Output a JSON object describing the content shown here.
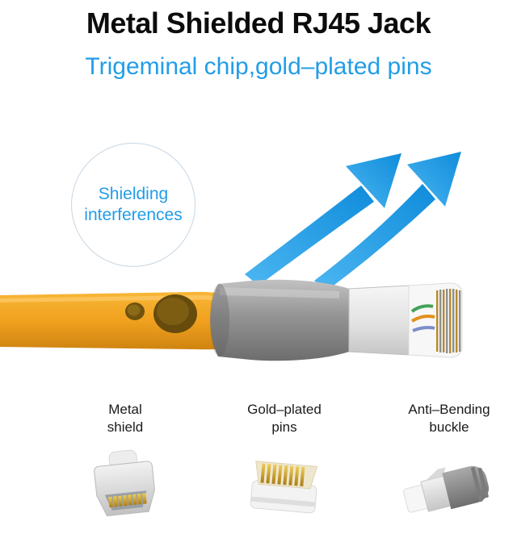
{
  "header": {
    "title": "Metal Shielded RJ45 Jack",
    "subtitle": "Trigeminal chip,gold–plated pins"
  },
  "callout": {
    "line1": "Shielding",
    "line2": "interferences"
  },
  "features": [
    {
      "label_line1": "Metal",
      "label_line2": "shield",
      "icon": "metal-shield-connector-photo"
    },
    {
      "label_line1": "Gold–plated",
      "label_line2": "pins",
      "icon": "gold-plated-pins-connector-photo"
    },
    {
      "label_line1": "Anti–Bending",
      "label_line2": "buckle",
      "icon": "anti-bending-buckle-connector-photo"
    }
  ],
  "illustrations": {
    "arrows_icon": "double-up-right-growth-arrows",
    "product_photo": "yellow-flat-ethernet-cable-with-shielded-rj45-plug"
  },
  "colors": {
    "background": "#ffffff",
    "accent_blue": "#229de8",
    "title_color": "#0c0c0c",
    "label_color": "#1b1b1b",
    "circle_border": "#c8d6e2",
    "cable_yellow": "#f0a11e",
    "boot_gray": "#8f8f8f",
    "gold": "#c59a33"
  }
}
